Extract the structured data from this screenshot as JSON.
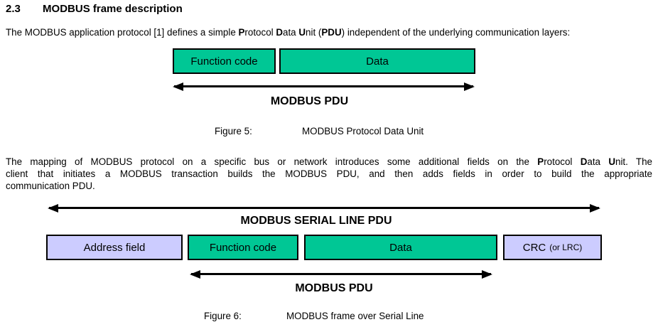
{
  "heading": {
    "number": "2.3",
    "title": "MODBUS frame description"
  },
  "para1": [
    {
      "t": "The MODBUS application protocol [1] defines a simple "
    },
    {
      "t": "P",
      "b": true
    },
    {
      "t": "rotocol "
    },
    {
      "t": "D",
      "b": true
    },
    {
      "t": "ata "
    },
    {
      "t": "U",
      "b": true
    },
    {
      "t": "nit ("
    },
    {
      "t": "PDU",
      "b": true
    },
    {
      "t": ") independent of the underlying communication layers:"
    }
  ],
  "para2": {
    "line1": [
      {
        "t": "The mapping of MODBUS protocol on a specific bus or network introduces some additional fields on the "
      },
      {
        "t": "P",
        "b": true
      },
      {
        "t": "rotocol "
      },
      {
        "t": "D",
        "b": true
      },
      {
        "t": "ata "
      },
      {
        "t": "U",
        "b": true
      },
      {
        "t": "nit.  The"
      }
    ],
    "line2": "client that initiates a MODBUS transaction builds the MODBUS PDU, and then adds fields in order to build the appropriate",
    "line3": "communication PDU."
  },
  "figure5": {
    "boxes": [
      {
        "label": "Function code",
        "color": "#00C795"
      },
      {
        "label": "Data",
        "color": "#00C795"
      }
    ],
    "arrow_label": "MODBUS PDU",
    "caption_label": "Figure 5:",
    "caption_text": "MODBUS Protocol Data Unit"
  },
  "figure6": {
    "serial_arrow_label": "MODBUS SERIAL LINE PDU",
    "boxes": [
      {
        "label": "Address field",
        "color": "#CCCCFF"
      },
      {
        "label": "Function code",
        "color": "#00C795"
      },
      {
        "label": "Data",
        "color": "#00C795"
      },
      {
        "label": "CRC",
        "label_suffix": "(or LRC)",
        "color": "#CCCCFF"
      }
    ],
    "pdu_arrow_label": "MODBUS PDU",
    "caption_label": "Figure 6:",
    "caption_text": "MODBUS frame over Serial Line"
  },
  "colors": {
    "field_green": "#00C795",
    "field_lavender": "#CCCCFF",
    "border_black": "#000000"
  }
}
